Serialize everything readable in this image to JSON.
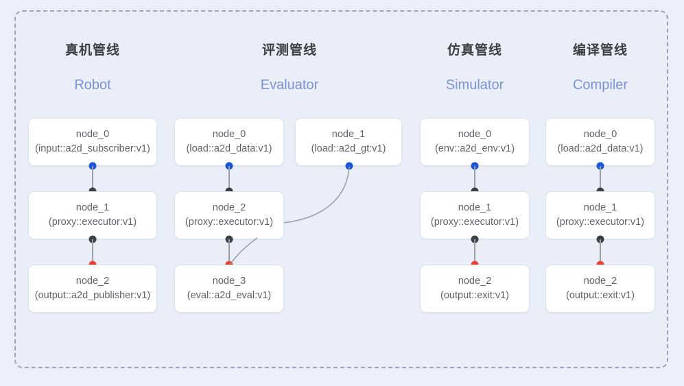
{
  "panel": {
    "background_color": "#e9eef8",
    "border_color": "#9aa4b8",
    "border_style": "dashed"
  },
  "palette": {
    "output_port": "#1a56d6",
    "input_port": "#3c4043",
    "terminal_port": "#ea4335",
    "edge": "#9aa0a6",
    "title": "#3c4043",
    "subtitle": "#7b93d4",
    "node_text": "#5f6368"
  },
  "columns": [
    {
      "title": "真机管线",
      "subtitle": "Robot",
      "nodes": [
        {
          "id": "node_0",
          "type": "(input::a2d_subscriber:v1)"
        },
        {
          "id": "node_1",
          "type": "(proxy::executor:v1)"
        },
        {
          "id": "node_2",
          "type": "(output::a2d_publisher:v1)"
        }
      ]
    },
    {
      "title": "评测管线",
      "subtitle": "Evaluator",
      "nodes": [
        {
          "id": "node_0",
          "type": "(load::a2d_data:v1)"
        },
        {
          "id": "node_1",
          "type": "(load::a2d_gt:v1)"
        },
        {
          "id": "node_2",
          "type": "(proxy::executor:v1)"
        },
        {
          "id": "node_3",
          "type": "(eval::a2d_eval:v1)"
        }
      ]
    },
    {
      "title": "仿真管线",
      "subtitle": "Simulator",
      "nodes": [
        {
          "id": "node_0",
          "type": "(env::a2d_env:v1)"
        },
        {
          "id": "node_1",
          "type": "(proxy::executor:v1)"
        },
        {
          "id": "node_2",
          "type": "(output::exit:v1)"
        }
      ]
    },
    {
      "title": "编译管线",
      "subtitle": "Compiler",
      "nodes": [
        {
          "id": "node_0",
          "type": "(load::a2d_data:v1)"
        },
        {
          "id": "node_1",
          "type": "(proxy::executor:v1)"
        },
        {
          "id": "node_2",
          "type": "(output::exit:v1)"
        }
      ]
    }
  ]
}
